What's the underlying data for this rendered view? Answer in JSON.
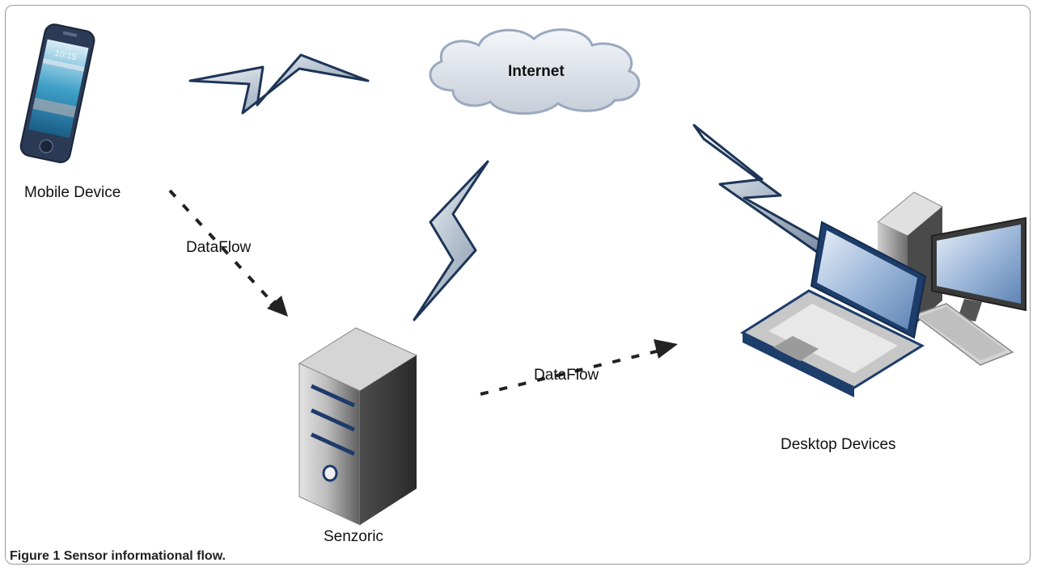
{
  "labels": {
    "mobile": "Mobile Device",
    "internet": "Internet",
    "server": "Senzoric",
    "desktop": "Desktop Devices",
    "flow_left": "DataFlow",
    "flow_right": "DataFlow"
  },
  "phone_time": "10:15",
  "caption": {
    "label": "Figure 1",
    "text": "Sensor informational flow."
  },
  "colors": {
    "bolt_edge": "#1d3557",
    "bolt_fill": "#b7c3d0",
    "phone_body": "#2b3a55",
    "phone_screen": "#3fa0c8",
    "cloud_fill": "#d9dee6",
    "cloud_edge": "#9aa9bf",
    "server_body": "#9a9a9a",
    "server_accent": "#1e3a6b",
    "screen_blue": "#7ea3cf",
    "arrow": "#222222"
  }
}
